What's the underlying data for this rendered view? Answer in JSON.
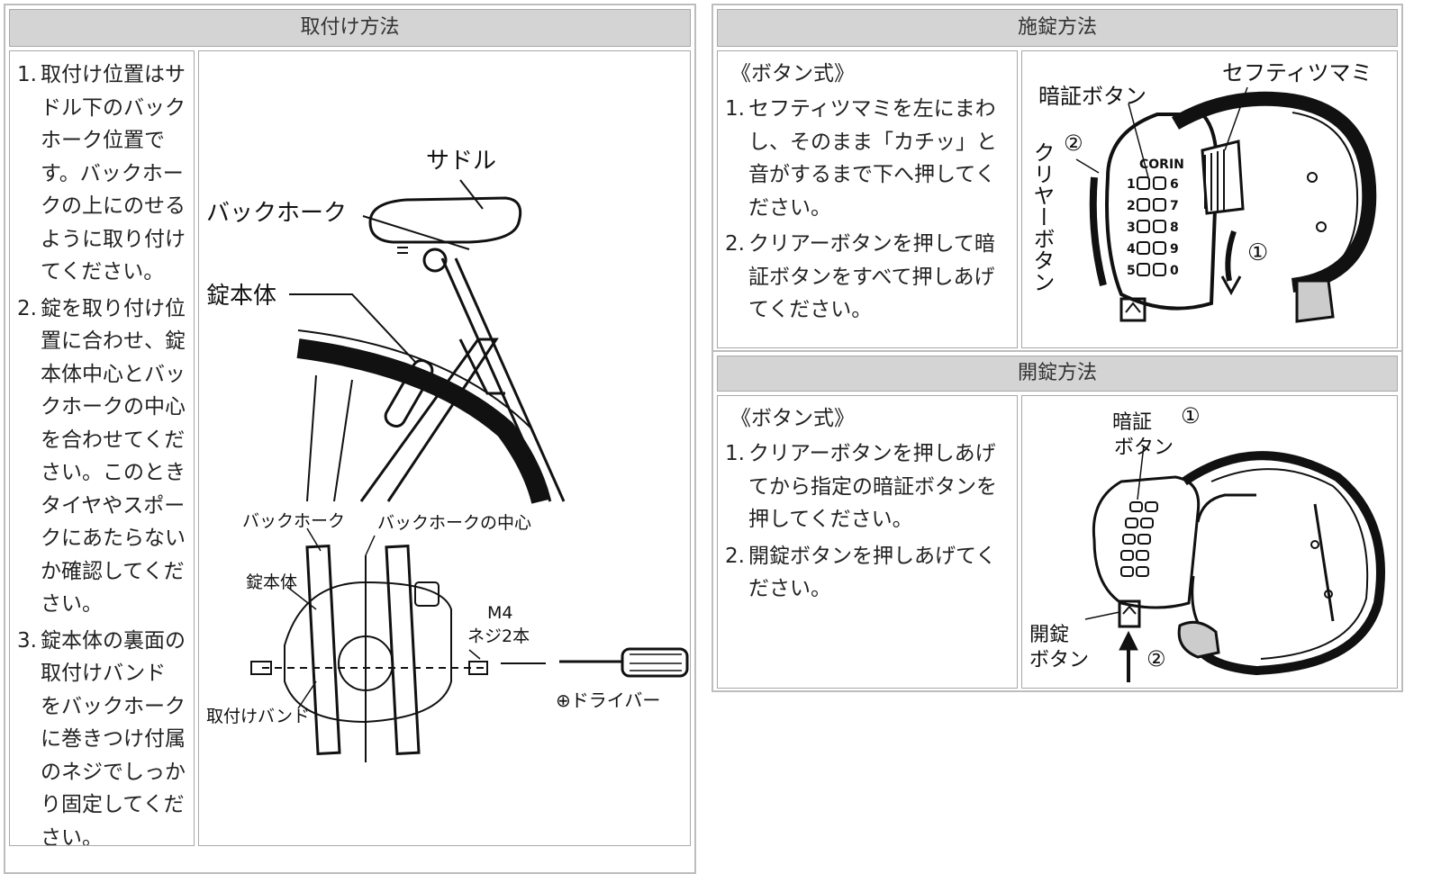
{
  "install": {
    "header": "取付け方法",
    "steps": [
      {
        "num": "1.",
        "text": "取付け位置はサドル下のバックホーク位置です。バックホークの上にのせるように取り付けてください。"
      },
      {
        "num": "2.",
        "text": "錠を取り付け位置に合わせ、錠本体中心とバックホークの中心を合わせてください。このときタイヤやスポークにあたらないか確認してください。"
      },
      {
        "num": "3.",
        "text": "錠本体の裏面の取付けバンドをバックホークに巻きつけ付属のネジでしっかり固定してください。"
      }
    ],
    "figure": {
      "saddle": "サドル",
      "back_fork": "バックホーク",
      "lock_body": "錠本体",
      "back_fork_small": "バックホーク",
      "back_fork_center": "バックホークの中心",
      "lock_body_small": "錠本体",
      "screw_size": "M4",
      "screw_count": "ネジ2本",
      "band": "取付けバンド",
      "driver": "⊕ドライバー"
    }
  },
  "lock": {
    "header": "施錠方法",
    "style": "《ボタン式》",
    "steps": [
      {
        "num": "1.",
        "text": "セフティツマミを左にまわし、そのまま「カチッ」と音がするまで下へ押してください。"
      },
      {
        "num": "2.",
        "text": "クリアーボタンを押して暗証ボタンをすべて押しあげてください。"
      }
    ],
    "figure": {
      "code_button": "暗証ボタン",
      "safety_knob": "セフティツマミ",
      "clear_button": "クリヤーボタン",
      "step_one": "①",
      "step_two": "②",
      "brand": "CORIN",
      "keys": [
        "1",
        "6",
        "2",
        "7",
        "3",
        "8",
        "4",
        "9",
        "5",
        "0"
      ]
    }
  },
  "unlock": {
    "header": "開錠方法",
    "style": "《ボタン式》",
    "steps": [
      {
        "num": "1.",
        "text": "クリアーボタンを押しあげてから指定の暗証ボタンを押してください。"
      },
      {
        "num": "2.",
        "text": "開錠ボタンを押しあげてください。"
      }
    ],
    "figure": {
      "code_line1": "暗証",
      "code_line2": "ボタン",
      "open_line1": "開錠",
      "open_line2": "ボタン",
      "step_one": "①",
      "step_two": "②"
    }
  }
}
